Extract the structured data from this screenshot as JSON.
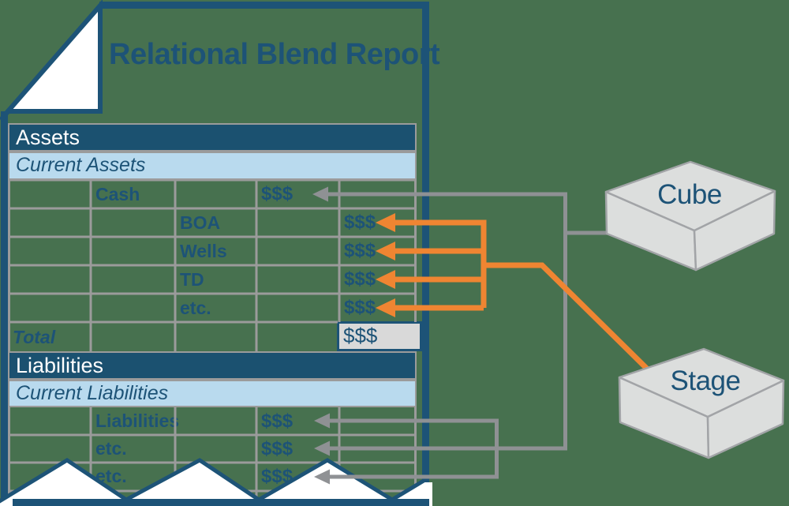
{
  "title": "Relational Blend Report",
  "report": {
    "assets": {
      "header": "Assets",
      "subheader": "Current Assets",
      "cash_row": {
        "label": "Cash",
        "value": "$$$"
      },
      "detail_rows": [
        {
          "label": "BOA",
          "value": "$$$"
        },
        {
          "label": "Wells",
          "value": "$$$"
        },
        {
          "label": "TD",
          "value": "$$$"
        },
        {
          "label": "etc.",
          "value": "$$$"
        }
      ],
      "total_row": {
        "label": "Total",
        "value": "$$$"
      }
    },
    "liabilities": {
      "header": "Liabilities",
      "subheader": "Current Liabilities",
      "detail_rows": [
        {
          "label": "Liabilities",
          "value": "$$$"
        },
        {
          "label": "etc.",
          "value": "$$$"
        },
        {
          "label": "etc.",
          "value": "$$$"
        }
      ]
    }
  },
  "sources": {
    "cube_label": "Cube",
    "stage_label": "Stage"
  },
  "colors": {
    "background": "#47714f",
    "page_blue": "#1d5377",
    "header_fill": "#1b5170",
    "subheader_fill": "#b9daee",
    "grid_gray": "#9b9b9b",
    "connector_gray": "#8f9194",
    "connector_orange": "#ef8532",
    "box_fill": "#dcdedd",
    "box_stroke": "#a2a4a7",
    "total_cell_fill": "#d9d9d9"
  }
}
